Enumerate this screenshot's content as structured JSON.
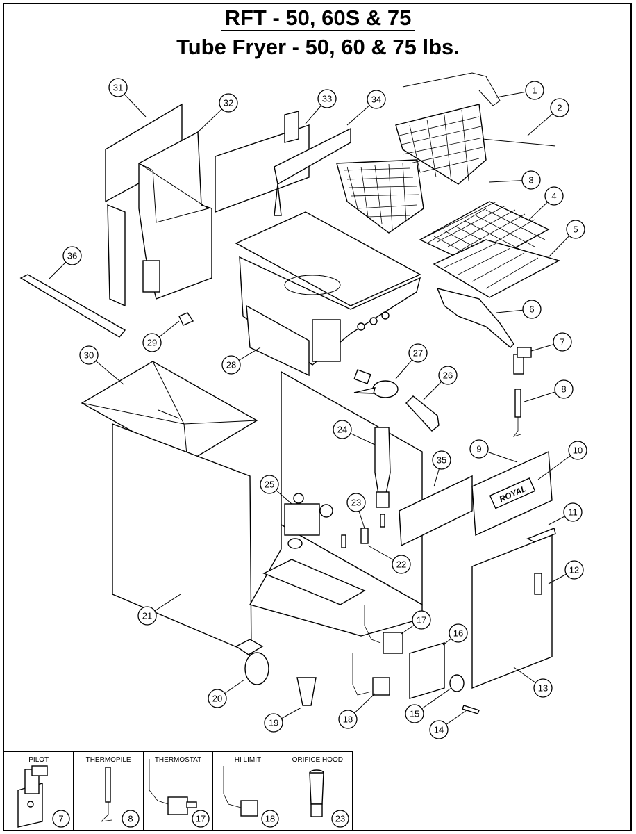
{
  "title": "RFT - 50, 60S & 75",
  "subtitle": "Tube Fryer - 50, 60 & 75 lbs.",
  "callouts": [
    "1",
    "2",
    "3",
    "4",
    "5",
    "6",
    "7",
    "8",
    "9",
    "10",
    "11",
    "12",
    "13",
    "14",
    "15",
    "16",
    "17",
    "18",
    "19",
    "20",
    "21",
    "22",
    "23",
    "24",
    "25",
    "26",
    "27",
    "28",
    "29",
    "30",
    "31",
    "32",
    "33",
    "34",
    "35",
    "36"
  ],
  "brand_plate": "ROYAL",
  "legend": [
    {
      "label": "PILOT",
      "number": "7"
    },
    {
      "label": "THERMOPILE",
      "number": "8"
    },
    {
      "label": "THERMOSTAT",
      "number": "17"
    },
    {
      "label": "HI LIMIT",
      "number": "18"
    },
    {
      "label": "ORIFICE HOOD",
      "number": "23"
    }
  ]
}
